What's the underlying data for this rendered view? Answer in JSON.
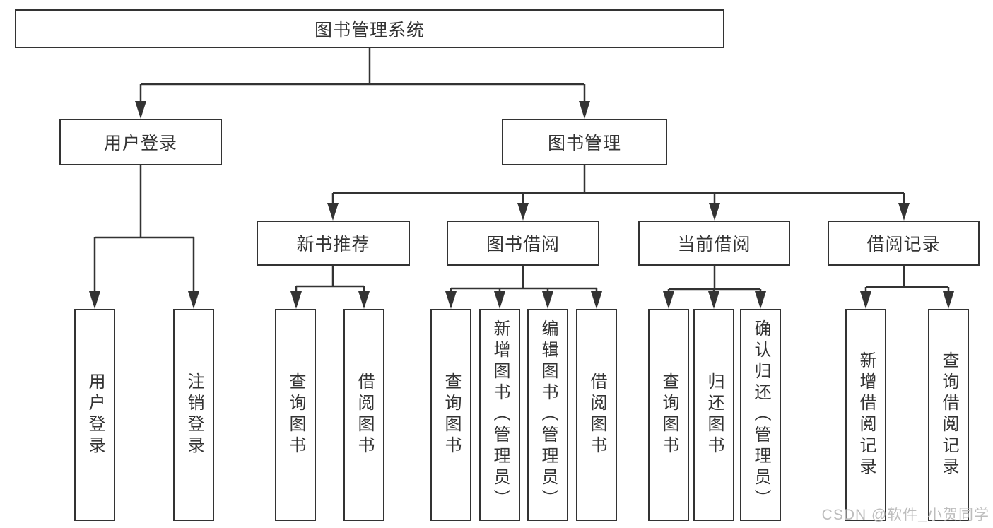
{
  "diagram": {
    "root": {
      "label": "图书管理系统"
    },
    "level2": [
      {
        "label": "用户登录"
      },
      {
        "label": "图书管理"
      }
    ],
    "level3": [
      {
        "label": "新书推荐",
        "parent": "图书管理"
      },
      {
        "label": "图书借阅",
        "parent": "图书管理"
      },
      {
        "label": "当前借阅",
        "parent": "图书管理"
      },
      {
        "label": "借阅记录",
        "parent": "图书管理"
      }
    ],
    "leaves": [
      {
        "label": "用户登录",
        "parent": "用户登录"
      },
      {
        "label": "注销登录",
        "parent": "用户登录"
      },
      {
        "label": "查询图书",
        "parent": "新书推荐"
      },
      {
        "label": "借阅图书",
        "parent": "新书推荐"
      },
      {
        "label": "查询图书",
        "parent": "图书借阅"
      },
      {
        "label": "新增图书（管理员）",
        "parent": "图书借阅"
      },
      {
        "label": "编辑图书（管理员）",
        "parent": "图书借阅"
      },
      {
        "label": "借阅图书",
        "parent": "图书借阅"
      },
      {
        "label": "查询图书",
        "parent": "当前借阅"
      },
      {
        "label": "归还图书",
        "parent": "当前借阅"
      },
      {
        "label": "确认归还（管理员）",
        "parent": "当前借阅"
      },
      {
        "label": "新增借阅记录",
        "parent": "借阅记录"
      },
      {
        "label": "查询借阅记录",
        "parent": "借阅记录"
      }
    ]
  },
  "watermark": {
    "text": "CSDN @软件_小贺同学"
  },
  "colors": {
    "line": "#333333",
    "text": "#333333",
    "background": "#ffffff",
    "watermark": "#bdbdbd"
  }
}
